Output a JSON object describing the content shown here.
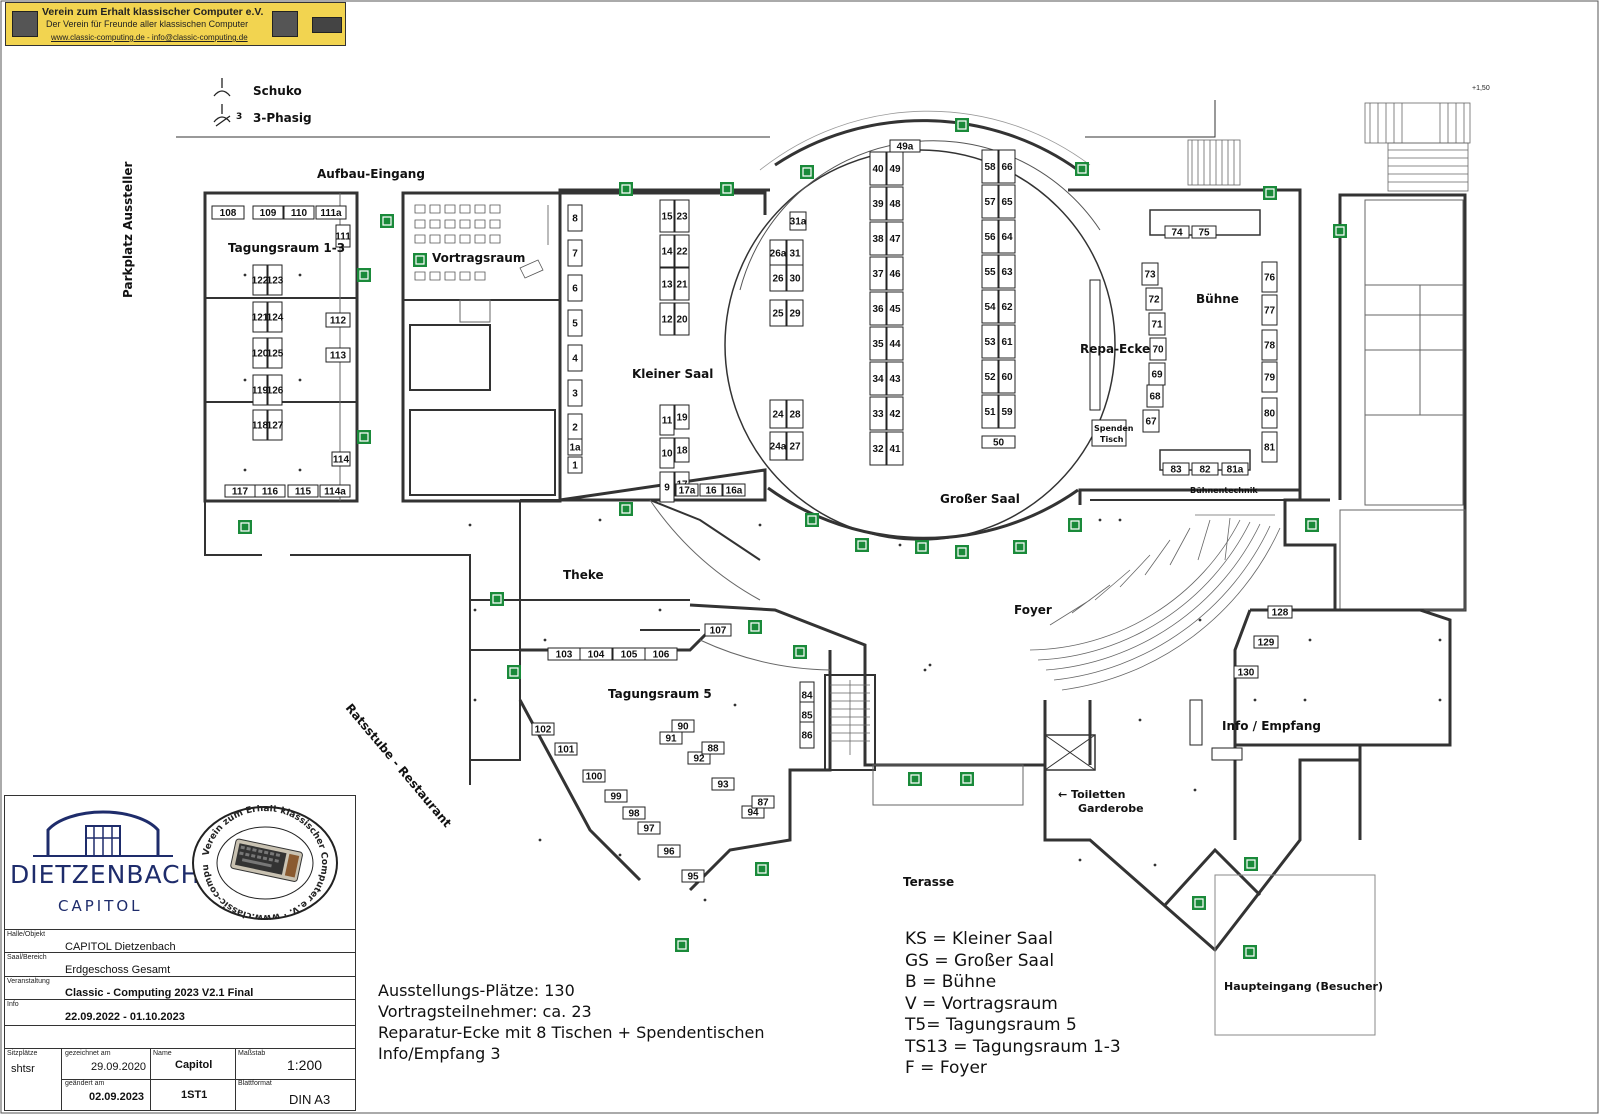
{
  "banner": {
    "line1": "Verein zum Erhalt klassischer Computer e.V.",
    "line2": "Der Verein für Freunde aller klassischen Computer",
    "line3": "www.classic-computing.de - info@classic-computing.de"
  },
  "legend": {
    "schuko": "Schuko",
    "phase_sup": "3",
    "phase": "3-Phasig"
  },
  "labels": {
    "aufbau": "Aufbau-Eingang",
    "parkplatz": "Parkplatz Aussteller",
    "tagungsraum13": "Tagungsraum 1-3",
    "vortragsraum": "Vortragsraum",
    "kleiner_saal": "Kleiner Saal",
    "grosser_saal": "Großer Saal",
    "repa_ecke": "Repa-Ecke",
    "spenden_1": "Spenden",
    "spenden_2": "Tisch",
    "buehne": "Bühne",
    "buehnentechnik": "Bühnentechnik",
    "theke": "Theke",
    "foyer": "Foyer",
    "tagungsraum5": "Tagungsraum 5",
    "ratsstube": "Ratsstube - Restaurant",
    "info_empfang": "Info / Empfang",
    "toiletten": "← Toiletten",
    "garderobe": "Garderobe",
    "terasse": "Terasse",
    "haupteingang": "Haupteingang (Besucher)",
    "level": "+1,50"
  },
  "stats": [
    "Ausstellungs-Plätze:  130",
    "Vortragsteilnehmer: ca. 23",
    "Reparatur-Ecke mit 8 Tischen + Spendentischen",
    "Info/Empfang 3"
  ],
  "abbreviations": [
    "KS = Kleiner Saal",
    "GS = Großer Saal",
    "B = Bühne",
    "V = Vortragsraum",
    "T5= Tagungsraum 5",
    "TS13 = Tagungsraum 1-3",
    "F = Foyer"
  ],
  "logo": {
    "name": "DIETZENBACH",
    "sub": "CAPITOL",
    "seal_text": "Verein zum Erhalt klassischer Computer e.V. · www.classic-computing.de"
  },
  "titleblock": {
    "halle_label": "Halle/Objekt",
    "halle": "CAPITOL Dietzenbach",
    "saal_label": "Saal/Bereich",
    "saal": "Erdgeschoss Gesamt",
    "veranstaltung_label": "Veranstaltung",
    "veranstaltung": "Classic - Computing 2023  V2.1 Final",
    "info_label": "Info",
    "info": "22.09.2022 - 01.10.2023",
    "sitzplatz_label": "Sitzplätze",
    "sitzplatz": "shtsr",
    "gezeichnet_label": "gezeichnet am",
    "gezeichnet": "29.09.2020",
    "geaendert_label": "geändert am",
    "geaendert": "02.09.2023",
    "name_label": "Name",
    "name1": "Capitol",
    "name2": "1ST1",
    "massstab_label": "Maßstab",
    "massstab": "1:200",
    "blatt_label": "Blattformat",
    "blatt": "DIN A3"
  }
}
